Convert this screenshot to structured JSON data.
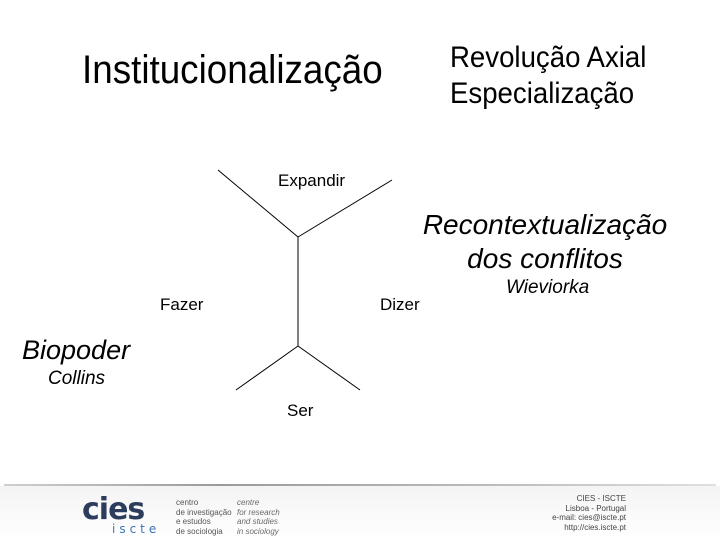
{
  "title": {
    "main": "Institucionalização",
    "line1": "Revolução Axial",
    "line2": "Especialização"
  },
  "diagram": {
    "expandir": "Expandir",
    "fazer": "Fazer",
    "dizer": "Dizer",
    "ser": "Ser"
  },
  "right": {
    "recontext": "Recontextualização dos conflitos",
    "author": "Wieviorka"
  },
  "left": {
    "biopoder": "Biopoder",
    "author": "Collins"
  },
  "footer": {
    "logo_text": "cies",
    "logo_sub": "iscte",
    "pt_text": "centro\nde investigação\ne estudos\nde sociologia",
    "en_text": "centre\nfor research\nand studies\nin sociology",
    "contact": "CIES - ISCTE\nLisboa - Portugal\ne-mail: cies@iscte.pt\nhttp://cies.iscte.pt",
    "colors": {
      "logo_dark": "#2b3c5c",
      "logo_blue": "#3a73b5"
    }
  }
}
